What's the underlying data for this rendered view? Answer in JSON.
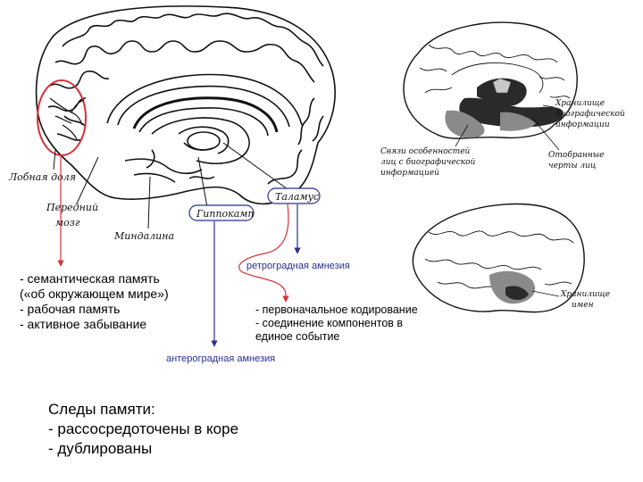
{
  "labels": {
    "frontal_lobe": "Лобная доля",
    "forebrain_1": "Передний",
    "forebrain_2": "мозг",
    "amygdala": "Миндалина",
    "hippocampus": "Гиппокамп",
    "thalamus": "Таламус",
    "bio_store_1": "Хранилище",
    "bio_store_2": "биографической",
    "bio_store_3": "информации",
    "links_1": "Связи особенностей",
    "links_2": "лиц с биографической",
    "links_3": "информацией",
    "features_1": "Отобранные",
    "features_2": "черты лиц",
    "names_1": "Хранилище",
    "names_2": "имен"
  },
  "amnesia": {
    "retrograde": "ретроградная амнезия",
    "anterograde": "антероградная амнезия"
  },
  "frontal_functions": [
    "- семантическая память",
    "(«об окружающем мире»)",
    "- рабочая память",
    "- активное забывание"
  ],
  "thalamus_functions": [
    "- первоначальное кодирование",
    "- соединение компонентов в",
    "единое событие"
  ],
  "memory_traces": {
    "title": "Следы памяти:",
    "items": [
      "- рассосредоточены в коре",
      "- дублированы"
    ]
  },
  "colors": {
    "red_arrow": "#d9303a",
    "blue_arrow": "#2b2f8f",
    "ink": "#111111",
    "shade_dark": "#2a2a2a",
    "shade_mid": "#8a8a8a",
    "shade_light": "#c8c8c8"
  }
}
